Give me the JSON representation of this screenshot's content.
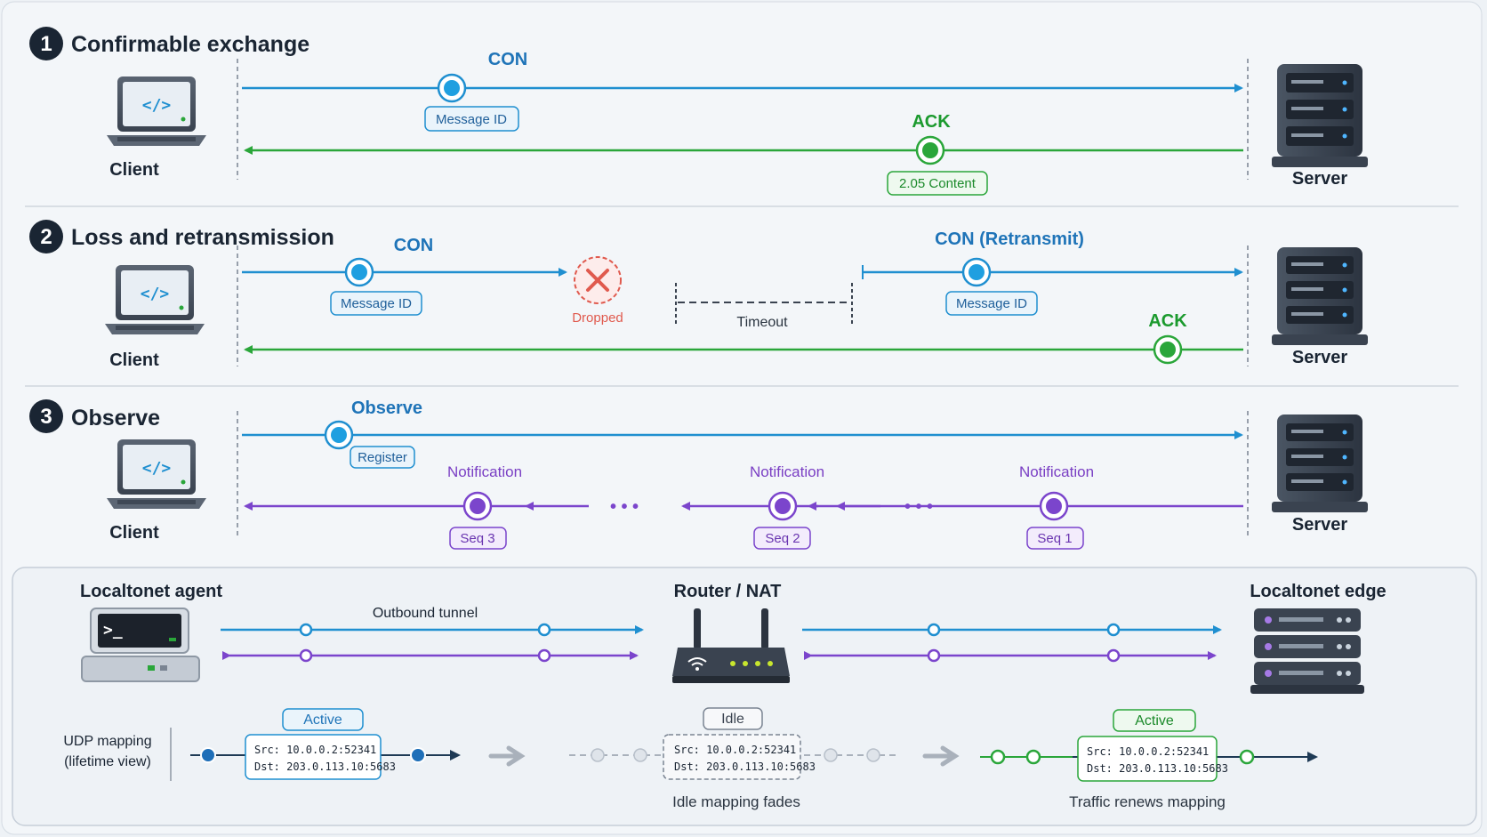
{
  "sections": [
    {
      "number": "1",
      "title": "Confirmable exchange",
      "client_label": "Client",
      "server_label": "Server",
      "request_label": "CON",
      "request_pill": "Message ID",
      "response_label": "ACK",
      "response_pill": "2.05 Content"
    },
    {
      "number": "2",
      "title": "Loss and retransmission",
      "client_label": "Client",
      "server_label": "Server",
      "request_label": "CON",
      "request_pill": "Message ID",
      "dropped_label": "Dropped",
      "timeout_label": "Timeout",
      "retransmit_label": "CON (Retransmit)",
      "retransmit_pill": "Message ID",
      "response_label": "ACK"
    },
    {
      "number": "3",
      "title": "Observe",
      "client_label": "Client",
      "server_label": "Server",
      "request_label": "Observe",
      "request_pill": "Register",
      "notifications": [
        {
          "label": "Notification",
          "pill": "Seq 3"
        },
        {
          "label": "Notification",
          "pill": "Seq 2"
        },
        {
          "label": "Notification",
          "pill": "Seq 1"
        }
      ],
      "ellipsis": "• • •"
    }
  ],
  "tunnel": {
    "agent_label": "Localtonet agent",
    "router_label": "Router / NAT",
    "edge_label": "Localtonet edge",
    "tunnel_label": "Outbound tunnel",
    "udp_title_line1": "UDP mapping",
    "udp_title_line2": "(lifetime view)",
    "states": [
      {
        "status": "Active",
        "src": "Src:  10.0.0.2:52341",
        "dst": "Dst:  203.0.113.10:5683",
        "caption": ""
      },
      {
        "status": "Idle",
        "src": "Src:  10.0.0.2:52341",
        "dst": "Dst:  203.0.113.10:5683",
        "caption": "Idle mapping fades"
      },
      {
        "status": "Active",
        "src": "Src:  10.0.0.2:52341",
        "dst": "Dst:  203.0.113.10:5683",
        "caption": "Traffic renews mapping"
      }
    ]
  },
  "colors": {
    "blue": "#1f8fd0",
    "green": "#2aa63a",
    "purple": "#7b45cc",
    "red": "#e05a4e",
    "dark": "#1a2533"
  },
  "icons": {
    "client": "laptop-code-icon",
    "server": "server-rack-icon",
    "agent": "terminal-computer-icon",
    "router": "wifi-router-icon",
    "edge": "server-stack-icon",
    "dropped": "x-mark-icon"
  }
}
